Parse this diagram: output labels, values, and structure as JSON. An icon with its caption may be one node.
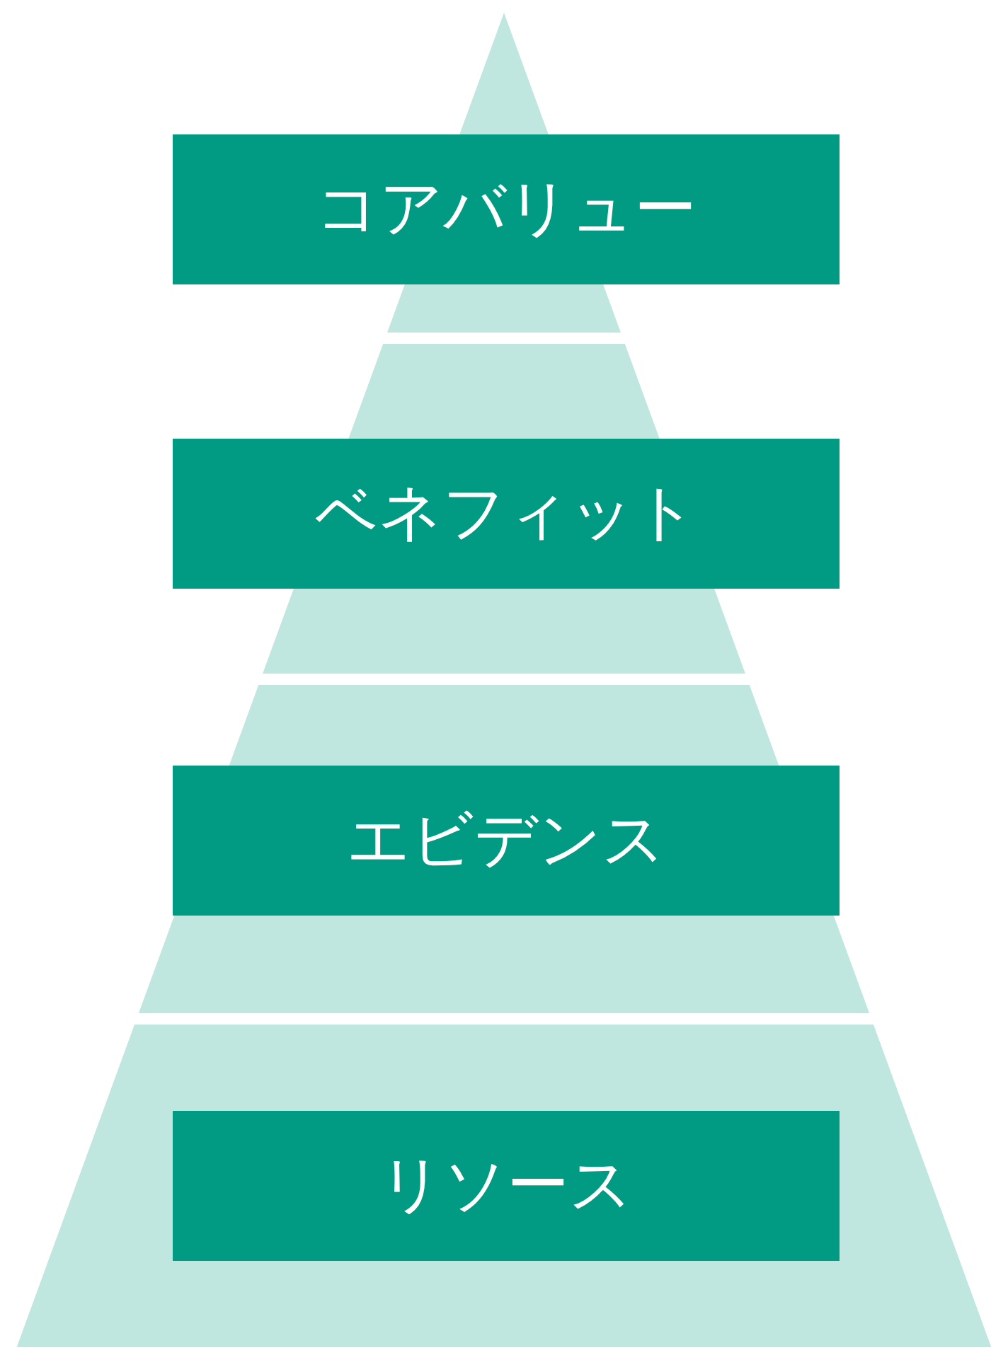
{
  "diagram": {
    "nodes": [
      {
        "text": [
          "コアバリュー"
        ]
      },
      {
        "text": [
          "ベネフィット"
        ]
      },
      {
        "text": [
          "エビデンス"
        ]
      },
      {
        "text": [
          "リソース"
        ]
      }
    ]
  }
}
